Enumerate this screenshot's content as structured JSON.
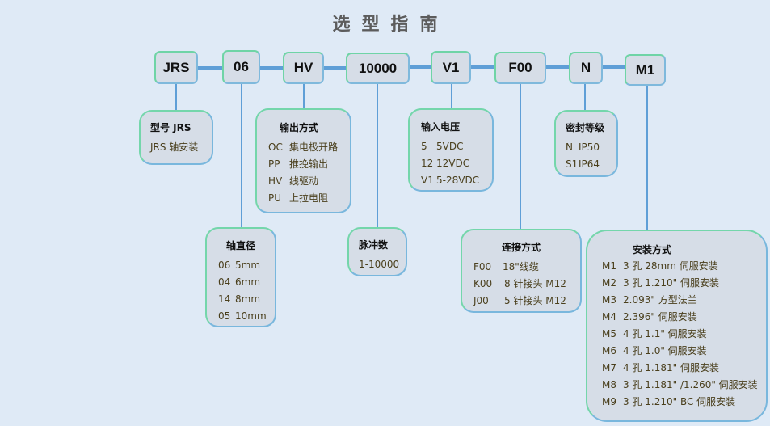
{
  "title": "选型指南",
  "codes": [
    "JRS",
    "06",
    "HV",
    "10000",
    "V1",
    "F00",
    "N",
    "M1"
  ],
  "cards": {
    "model": {
      "title": "型号 JRS",
      "rows": [
        {
          "code": "",
          "desc": "JRS 轴安装"
        }
      ]
    },
    "shaft": {
      "title": "轴直径",
      "rows": [
        {
          "code": "06",
          "desc": "5mm"
        },
        {
          "code": "04",
          "desc": "6mm"
        },
        {
          "code": "14",
          "desc": "8mm"
        },
        {
          "code": "05",
          "desc": "10mm"
        }
      ]
    },
    "output": {
      "title": "输出方式",
      "rows": [
        {
          "code": "OC",
          "desc": "集电极开路"
        },
        {
          "code": "PP",
          "desc": "推挽输出"
        },
        {
          "code": "HV",
          "desc": "线驱动"
        },
        {
          "code": "PU",
          "desc": "上拉电阻"
        }
      ]
    },
    "pulse": {
      "title": "脉冲数",
      "rows": [
        {
          "code": "",
          "desc": "1-10000"
        }
      ]
    },
    "voltage": {
      "title": "输入电压",
      "rows": [
        {
          "code": "5",
          "desc": "5VDC"
        },
        {
          "code": "12",
          "desc": "12VDC"
        },
        {
          "code": "V1",
          "desc": "5-28VDC"
        }
      ]
    },
    "connection": {
      "title": "连接方式",
      "rows": [
        {
          "code": "F00",
          "desc": "18\"线缆"
        },
        {
          "code": "K00",
          "desc": "8 针接头 M12"
        },
        {
          "code": "J00",
          "desc": "5 针接头 M12"
        }
      ]
    },
    "seal": {
      "title": "密封等级",
      "rows": [
        {
          "code": "N",
          "desc": "IP50"
        },
        {
          "code": "S1",
          "desc": "IP64"
        }
      ]
    },
    "mount": {
      "title": "安装方式",
      "rows": [
        {
          "code": "M1",
          "desc": "3 孔 28mm 伺服安装"
        },
        {
          "code": "M2",
          "desc": "3 孔 1.210\" 伺服安装"
        },
        {
          "code": "M3",
          "desc": "2.093\" 方型法兰"
        },
        {
          "code": "M4",
          "desc": "2.396\" 伺服安装"
        },
        {
          "code": "M5",
          "desc": "4 孔 1.1\" 伺服安装"
        },
        {
          "code": "M6",
          "desc": "4 孔 1.0\" 伺服安装"
        },
        {
          "code": "M7",
          "desc": "4 孔 1.181\" 伺服安装"
        },
        {
          "code": "M8",
          "desc": "3 孔 1.181\" /1.260\" 伺服安装"
        },
        {
          "code": "M9",
          "desc": "3 孔 1.210\" BC 伺服安装"
        }
      ]
    }
  }
}
